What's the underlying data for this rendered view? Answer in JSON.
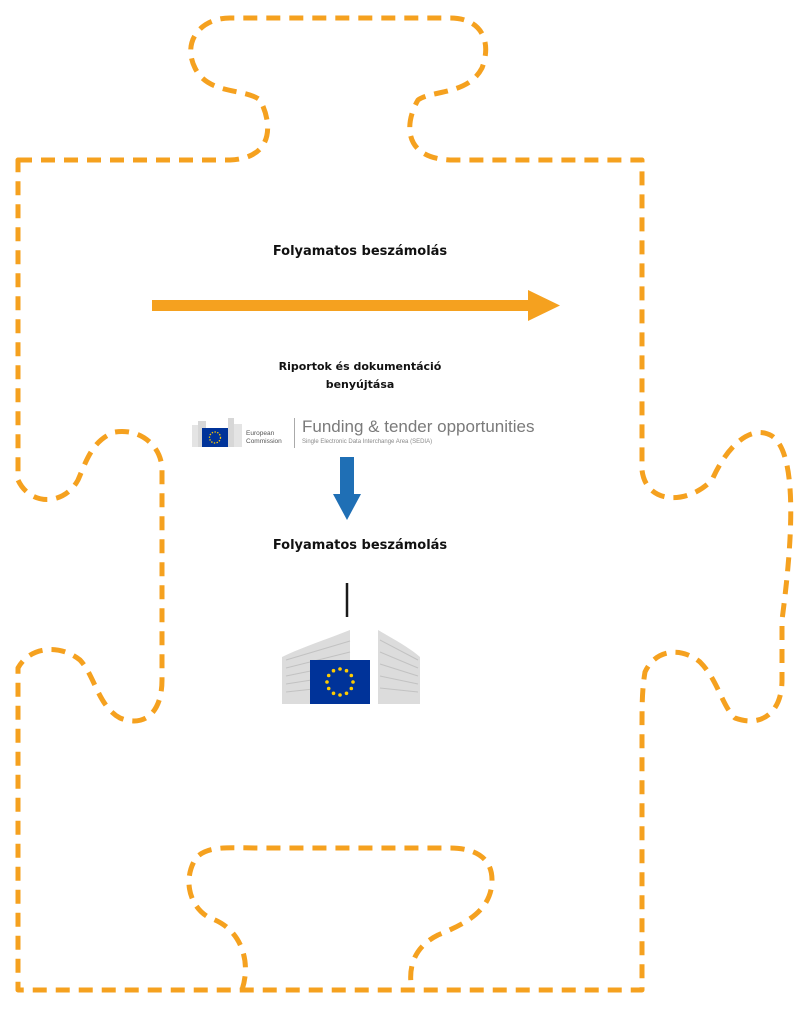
{
  "colors": {
    "puzzle_outline": "#F5A11F",
    "orange_arrow": "#F5A11F",
    "blue_arrow": "#1F6FB5",
    "eu_blue": "#003399",
    "eu_star": "#FFCC00"
  },
  "top_label": "Folyamatos beszámolás",
  "submit_label_line1": "Riportok és dokumentáció",
  "submit_label_line2": "benyújtása",
  "sedia": {
    "org_line1": "European",
    "org_line2": "Commission",
    "title": "Funding & tender opportunities",
    "subtitle": "Single Electronic Data Interchange Area (SEDIA)"
  },
  "bottom_label": "Folyamatos beszámolás",
  "icons": [
    "puzzle-piece-outline",
    "right-arrow-icon",
    "eu-flag-icon",
    "down-arrow-icon",
    "eu-commission-building-logo"
  ]
}
